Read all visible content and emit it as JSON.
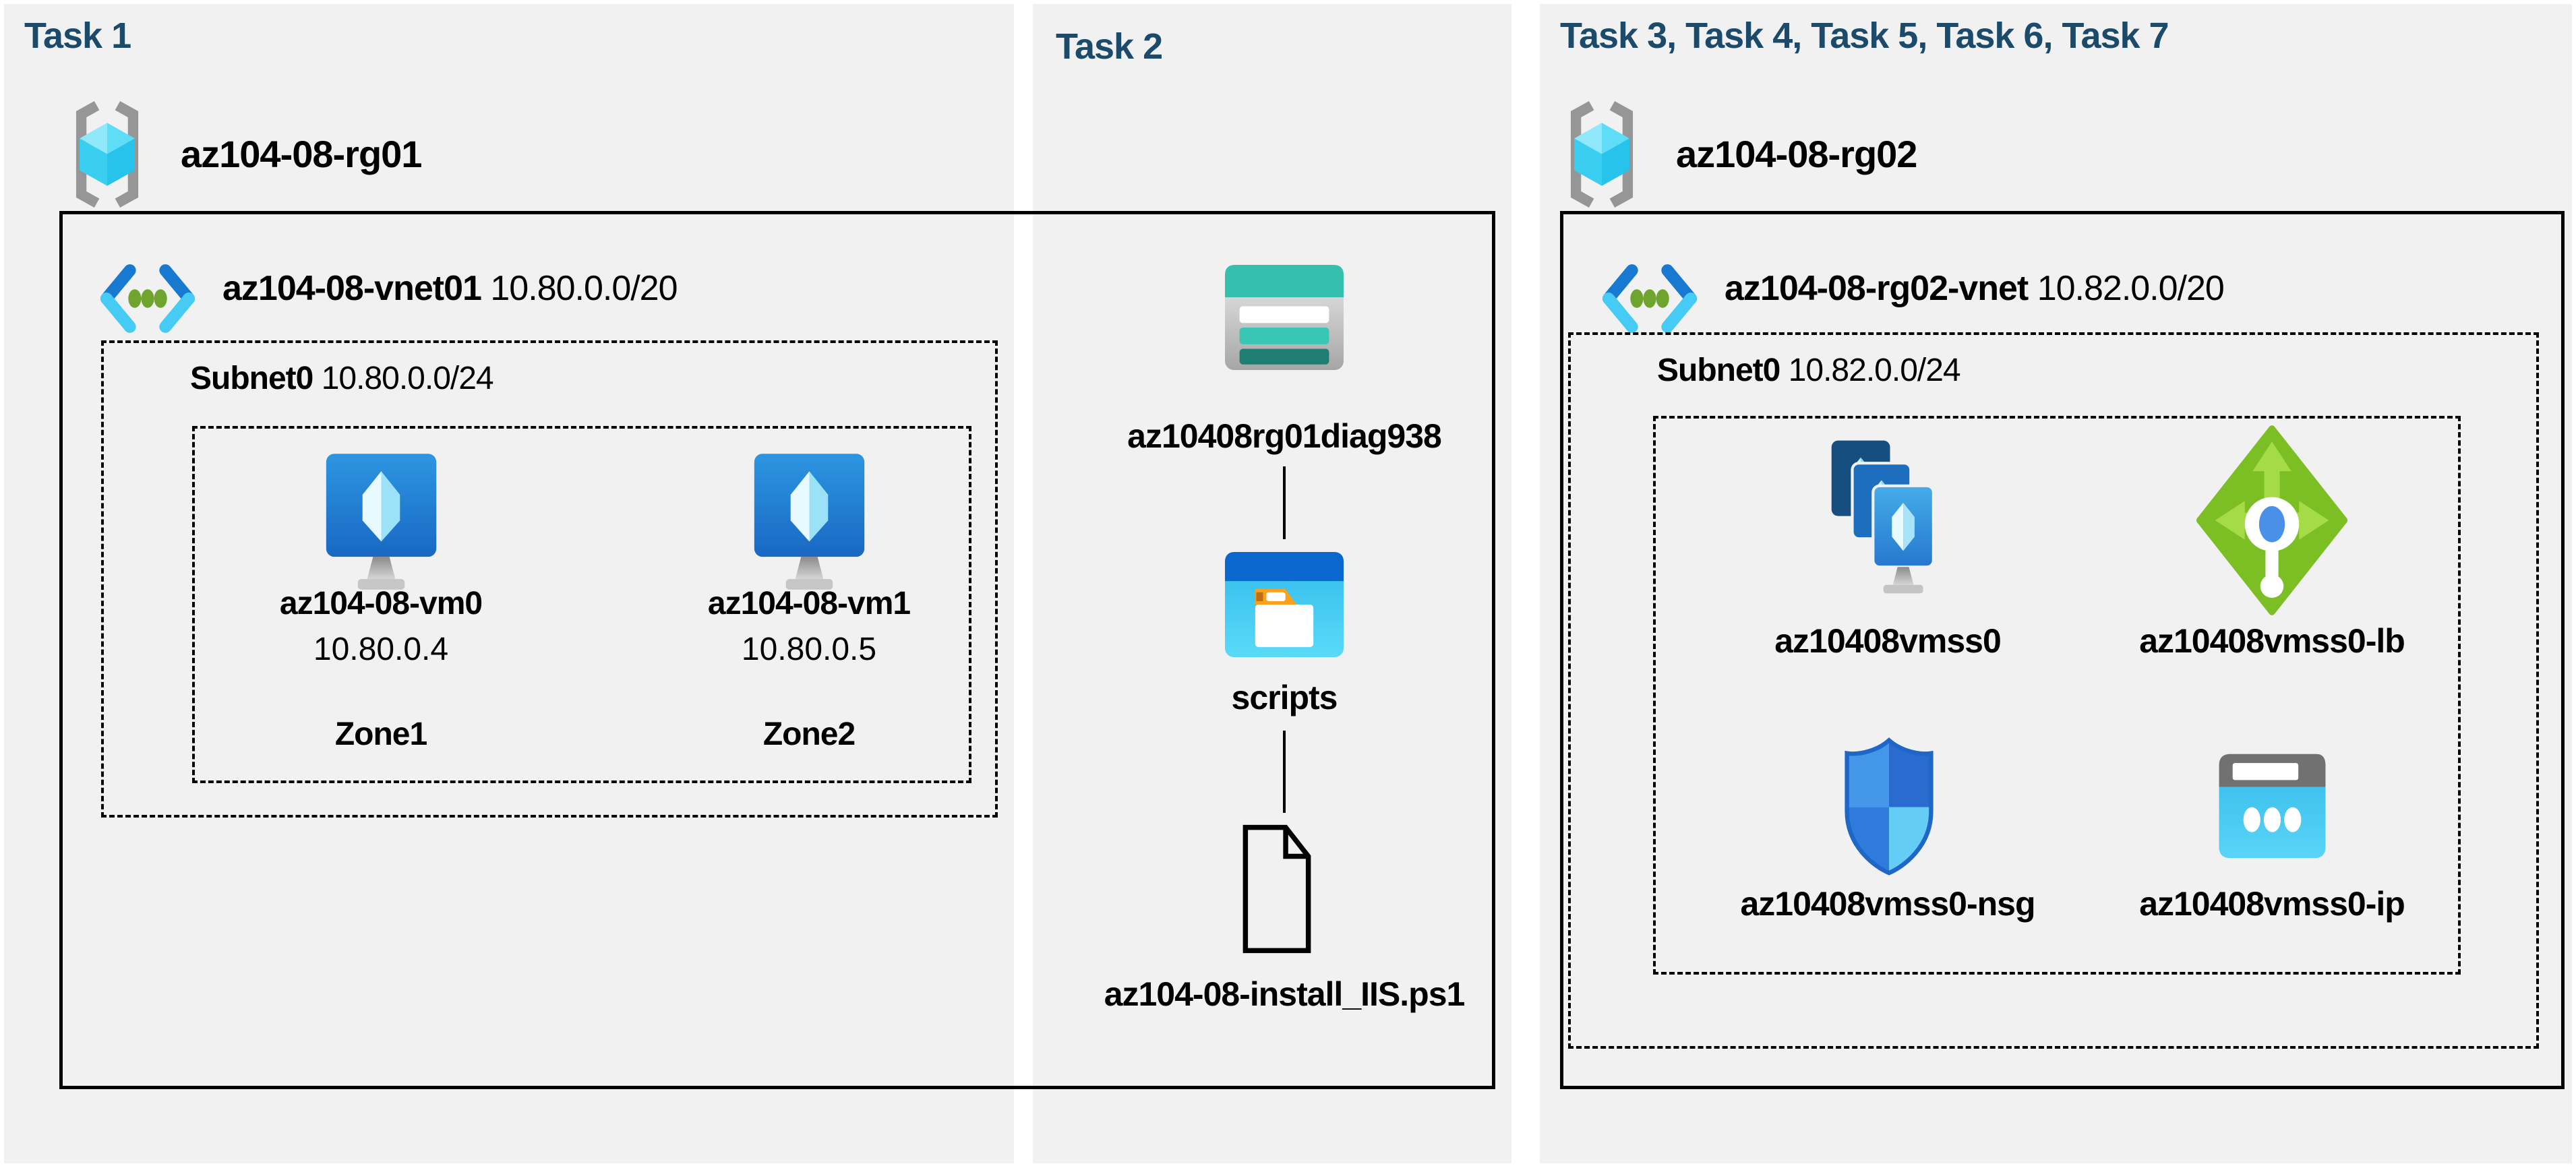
{
  "colors": {
    "header_navy": "#1B4A6B",
    "panel_gray": "#F1F1F1",
    "outline_black": "#000000",
    "azure_blue": "#1E72C4",
    "cube_cyan": "#3FCDF2",
    "vnet_dot_green": "#6FA52F",
    "lb_green": "#7CBF24",
    "storage_teal": "#35BFAE",
    "folder_orange": "#F7A11C",
    "nsg_light_blue": "#64CDF6",
    "ip_cyan": "#46C6EF"
  },
  "task1": {
    "header": "Task 1",
    "resource_group": "az104-08-rg01",
    "vnet_name": "az104-08-vnet01",
    "vnet_cidr": "10.80.0.0/20",
    "subnet_name": "Subnet0",
    "subnet_cidr": "10.80.0.0/24",
    "vms": [
      {
        "name": "az104-08-vm0",
        "ip": "10.80.0.4",
        "zone": "Zone1"
      },
      {
        "name": "az104-08-vm1",
        "ip": "10.80.0.5",
        "zone": "Zone2"
      }
    ]
  },
  "task2": {
    "header": "Task 2",
    "storage_account": "az10408rg01diag938",
    "container": "scripts",
    "script_file": "az104-08-install_IIS.ps1"
  },
  "task3": {
    "header": "Task 3, Task 4, Task 5, Task 6, Task 7",
    "resource_group": "az104-08-rg02",
    "vnet_name": "az104-08-rg02-vnet",
    "vnet_cidr": "10.82.0.0/20",
    "subnet_name": "Subnet0",
    "subnet_cidr": "10.82.0.0/24",
    "resources": [
      {
        "name": "az10408vmss0"
      },
      {
        "name": "az10408vmss0-lb"
      },
      {
        "name": "az10408vmss0-nsg"
      },
      {
        "name": "az10408vmss0-ip"
      }
    ]
  }
}
